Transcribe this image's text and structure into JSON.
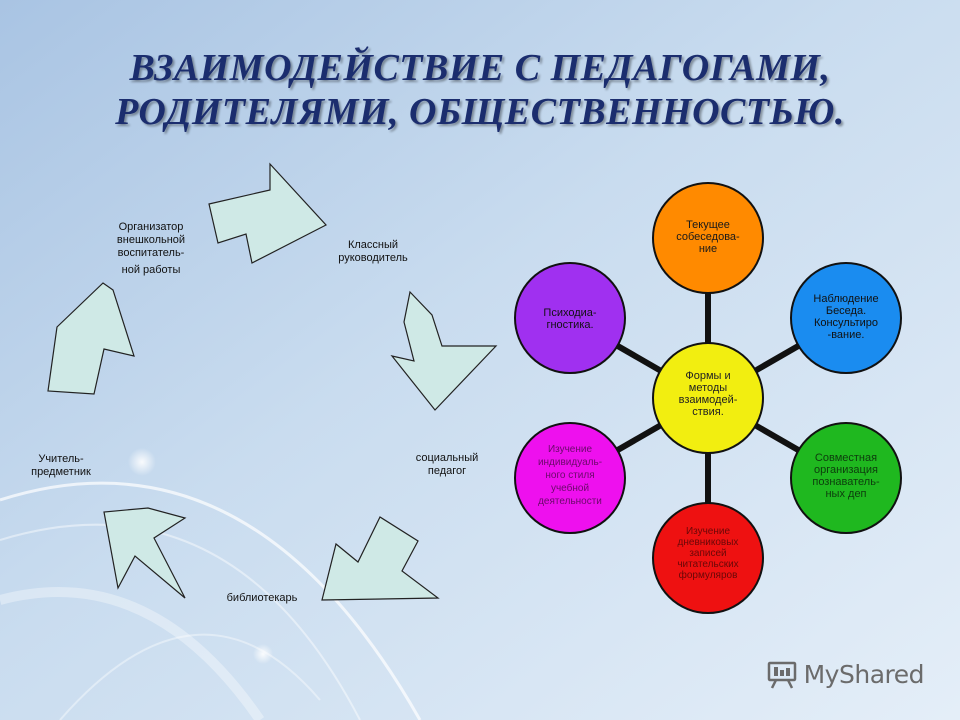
{
  "title": {
    "line1": "ВЗАИМОДЕЙСТВИЕ С ПЕДАГОГАМИ,",
    "line2": "РОДИТЕЛЯМИ, ОБЩЕСТВЕННОСТЬЮ."
  },
  "cycle": {
    "items": [
      {
        "lines": [
          "Организатор",
          "внешкольной",
          "воспитатель-",
          "ной работы"
        ]
      },
      {
        "lines": [
          "Классный",
          "руководитель"
        ]
      },
      {
        "lines": [
          "социальный",
          "педагог"
        ]
      },
      {
        "lines": [
          "библиотекарь"
        ]
      },
      {
        "lines": [
          "Учитель-",
          "предметник"
        ]
      }
    ]
  },
  "star": {
    "center": {
      "lines": [
        "Формы и",
        "методы",
        "взаимодей-",
        "ствия."
      ],
      "color": "#f2ee10"
    },
    "nodes": [
      {
        "lines": [
          "Текущее",
          "собеседова-",
          "ние"
        ],
        "color": "#ff8a00"
      },
      {
        "lines": [
          "Наблюдение",
          "Беседа.",
          "Консультиро",
          "-вание."
        ],
        "color": "#1a8cf0"
      },
      {
        "lines": [
          "Совместная",
          "организация",
          "познаватель-",
          "ных деп"
        ],
        "color": "#1fb81f"
      },
      {
        "lines": [
          "Изучение",
          "дневниковых",
          "записей",
          "читательских",
          "формуляров"
        ],
        "color": "#ee1111"
      },
      {
        "lines": [
          "Изучение",
          "индивидуаль-",
          "ного стиля",
          "учебной",
          "деятельности"
        ],
        "color": "#ee10ee"
      },
      {
        "lines": [
          "Психодиа-",
          "гностика."
        ],
        "color": "#a030f0"
      }
    ]
  },
  "watermark": {
    "text": "MyShared"
  }
}
